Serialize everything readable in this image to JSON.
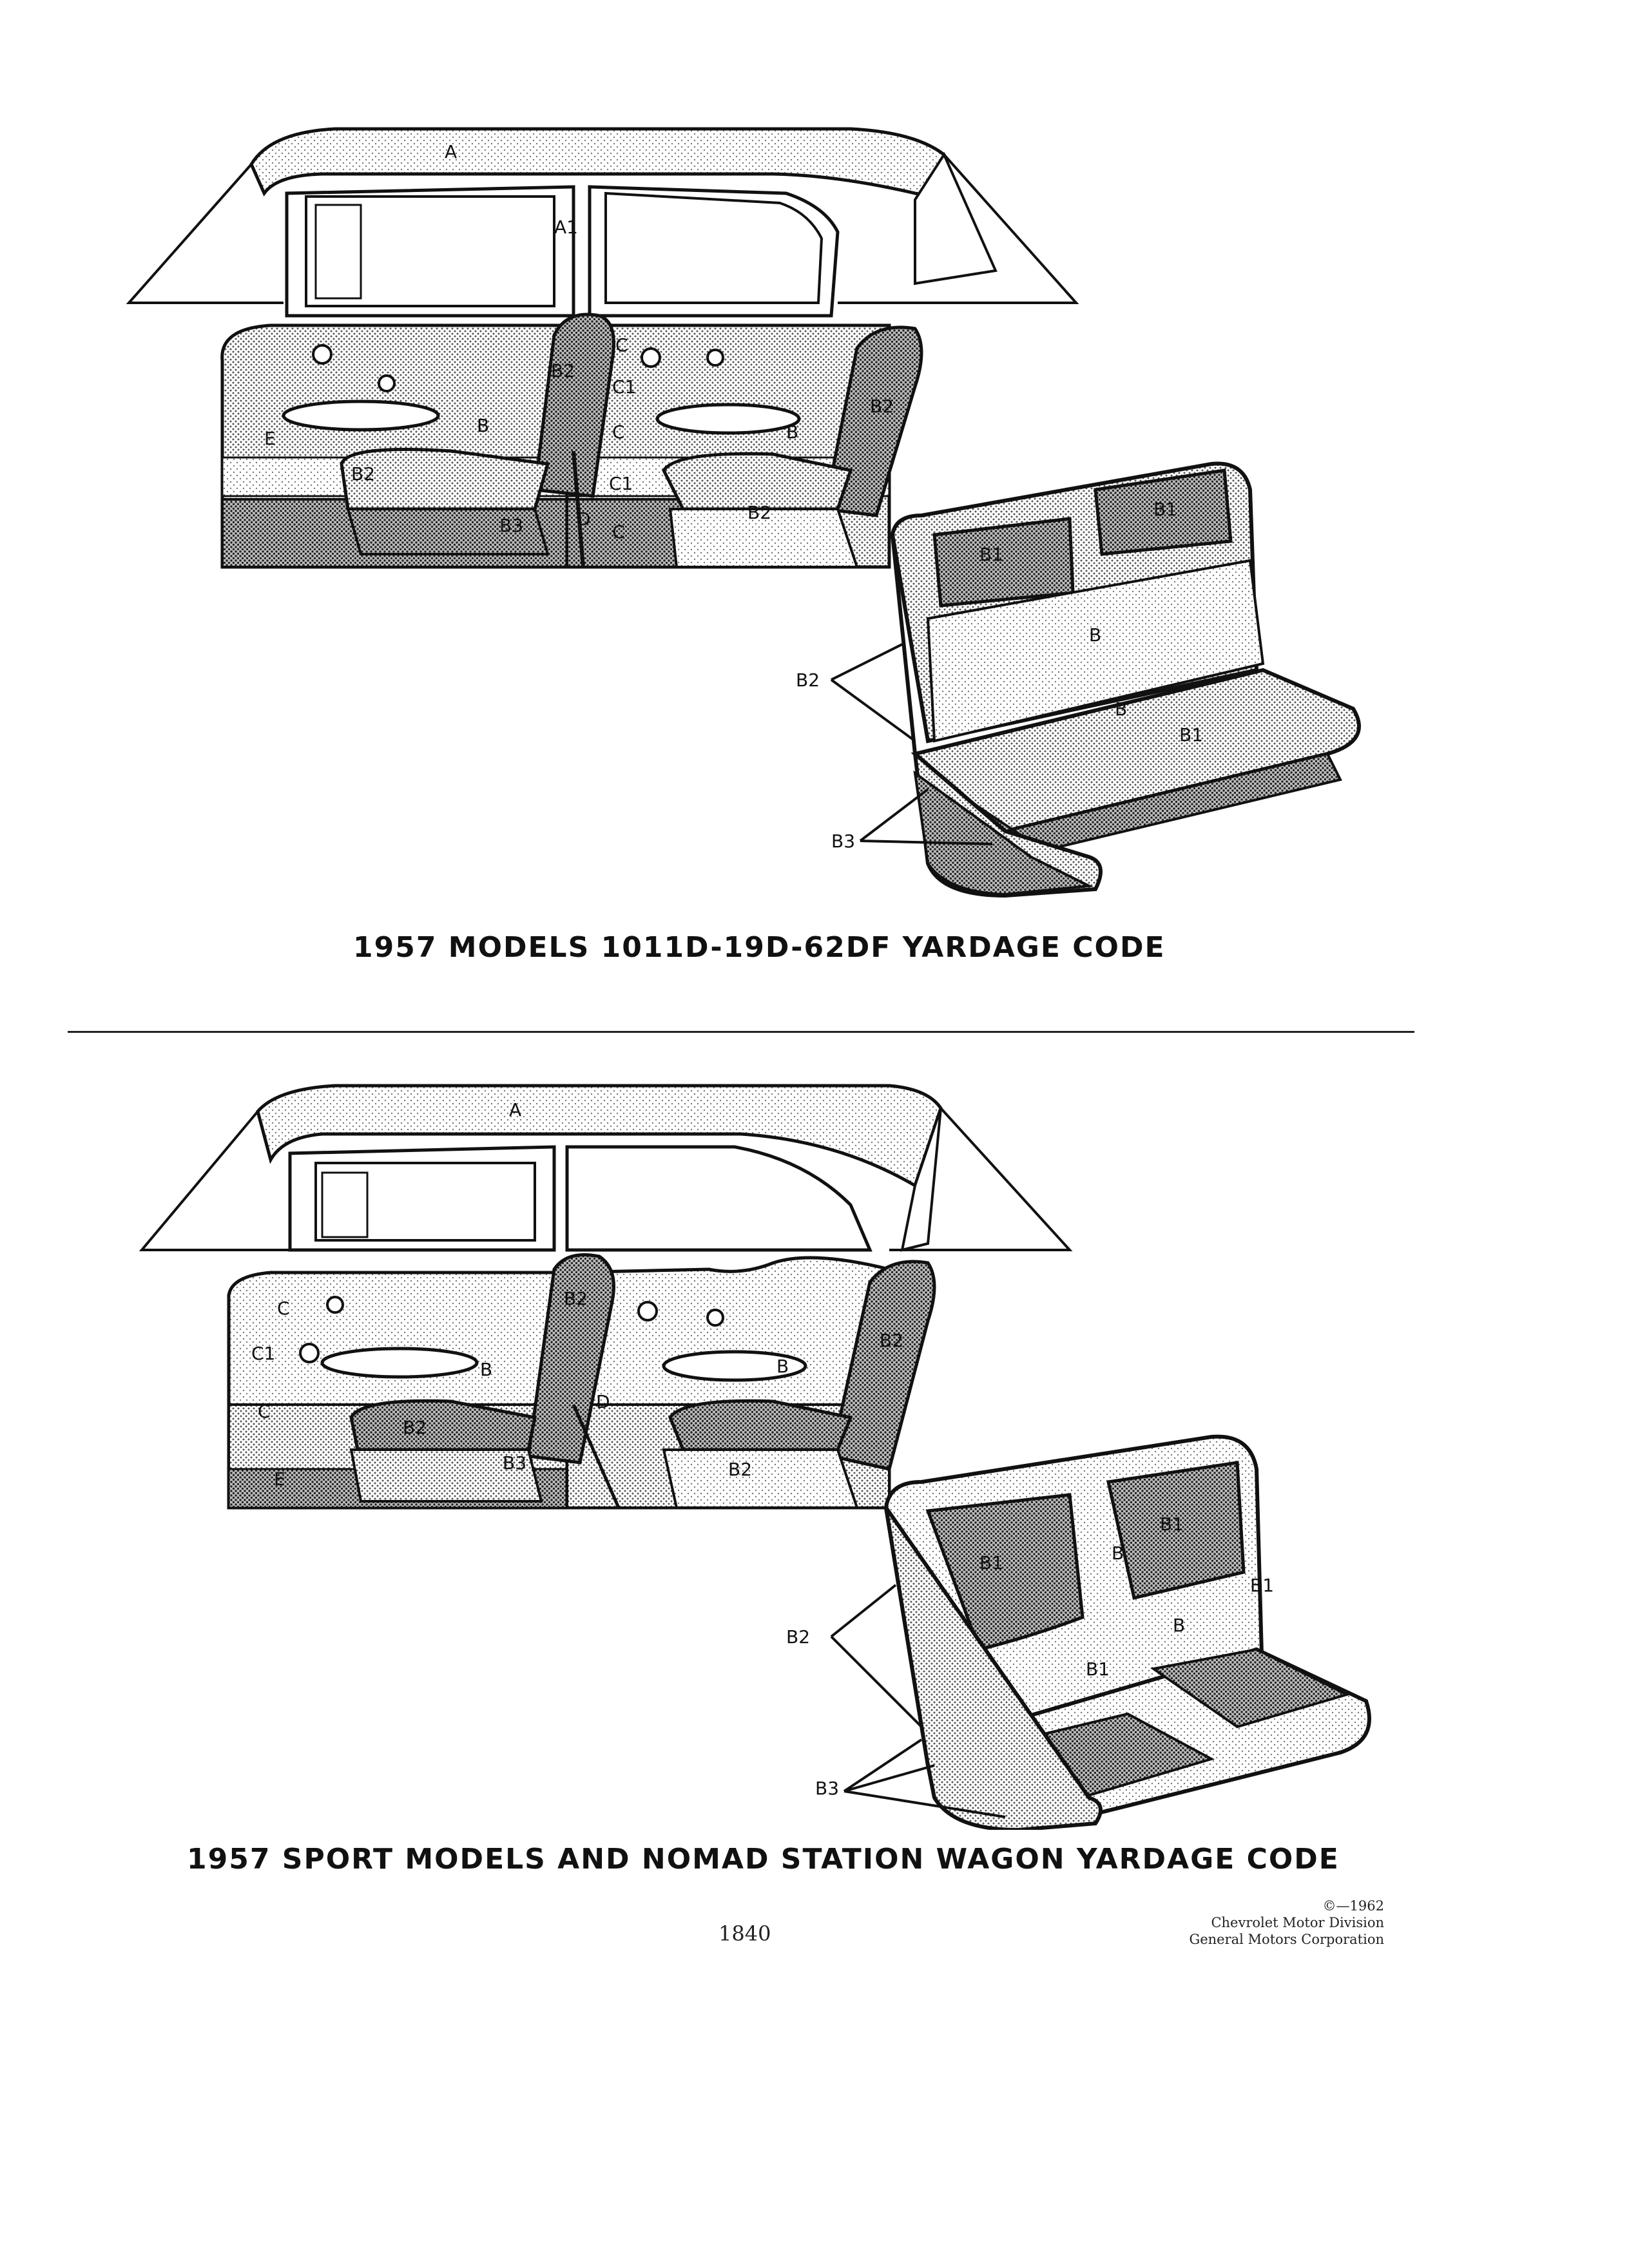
{
  "top_diagram": {
    "caption": "1957 MODELS 1011D-19D-62DF YARDAGE CODE",
    "labels": {
      "a": "A",
      "a1": "A1",
      "c_front": "C",
      "c1_front": "C1",
      "c_front_low": "C",
      "c1_front_low": "C1",
      "c_bottom": "C",
      "e": "E",
      "b_front": "B",
      "b2_front_seat": "B2",
      "b2_front_back": "B2",
      "b3_front": "B3",
      "d": "D",
      "b_rear": "B",
      "b2_rear_back": "B2",
      "b2_rear_seat": "B2",
      "bench_b1_left": "B1",
      "bench_b1_right": "B1",
      "bench_b_back": "B",
      "bench_b_seat": "B",
      "bench_b1_front": "B1",
      "bench_b2": "B2",
      "bench_b3": "B3"
    }
  },
  "bottom_diagram": {
    "caption": "1957 SPORT MODELS AND NOMAD STATION WAGON YARDAGE CODE",
    "labels": {
      "a": "A",
      "c_upper": "C",
      "c1": "C1",
      "c_lower": "C",
      "e": "E",
      "b2_front_back": "B2",
      "b_front": "B",
      "b2_front_seat": "B2",
      "b3_front": "B3",
      "d": "D",
      "b_rear": "B",
      "b2_rear_back": "B2",
      "b2_rear_seat": "B2",
      "bench_b1_left": "B1",
      "bench_b1_right": "B1",
      "bench_b_back": "B",
      "bench_b1_seat_right": "B1",
      "bench_b_seat": "B",
      "bench_b1_seat_front": "B1",
      "bench_b2": "B2",
      "bench_b3": "B3"
    }
  },
  "footer": {
    "page_number": "1840",
    "copyright_year": "©—1962",
    "division": "Chevrolet Motor Division",
    "corporation": "General Motors Corporation"
  }
}
